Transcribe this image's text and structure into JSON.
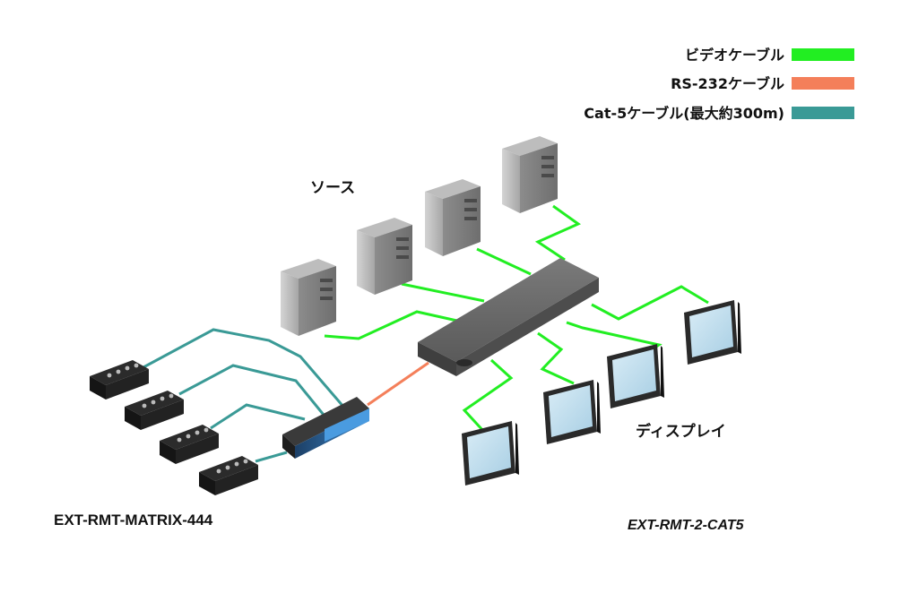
{
  "legend": {
    "items": [
      {
        "label": "ビデオケーブル",
        "color": "#22ee22"
      },
      {
        "label": "RS-232ケーブル",
        "color": "#f47f5a"
      },
      {
        "label": "Cat-5ケーブル(最大約300m)",
        "color": "#3a9a96"
      }
    ]
  },
  "labels": {
    "sources": "ソース",
    "displays": "ディスプレイ",
    "matrix_model": "EXT-RMT-MATRIX-444",
    "switch_model": "EXT-RMT-2-CAT5"
  }
}
